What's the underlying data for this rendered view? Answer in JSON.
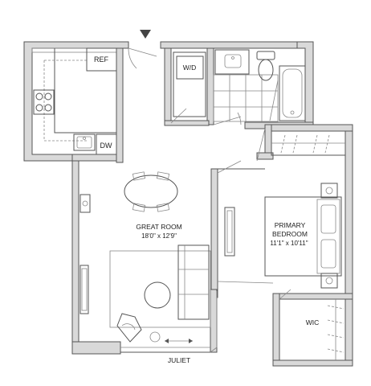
{
  "rooms": {
    "great_room": {
      "name": "GREAT ROOM",
      "dims": "18'0\" x 12'9\""
    },
    "primary_bedroom": {
      "name_line1": "PRIMARY",
      "name_line2": "BEDROOM",
      "dims": "11'1\" x 10'11\""
    }
  },
  "labels": {
    "ref": "REF",
    "dw": "DW",
    "wd": "W/D",
    "wic": "WIC",
    "juliet": "JULIET"
  },
  "colors": {
    "wall_fill": "#d9d9d9",
    "line": "#555555",
    "background": "#ffffff"
  }
}
